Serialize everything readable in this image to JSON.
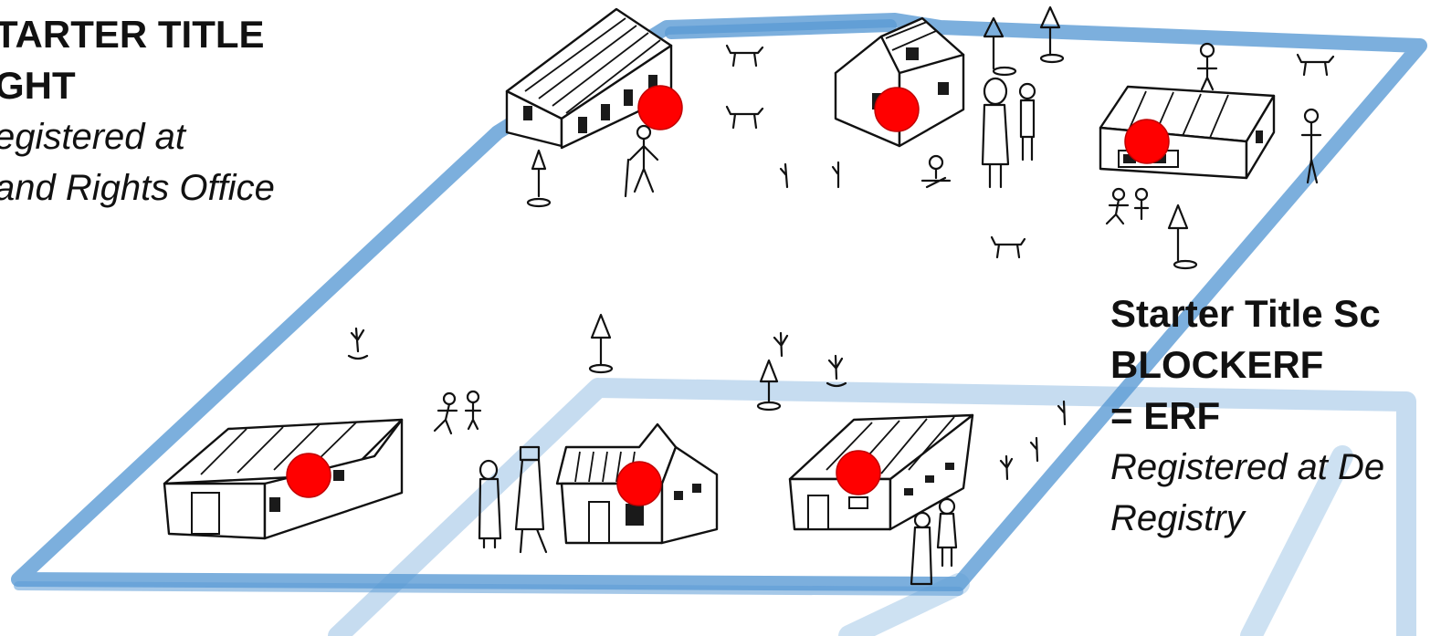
{
  "left_label": {
    "line1": "TARTER TITLE",
    "line2": "GHT",
    "line3": "egistered at",
    "line4": "and Rights Office"
  },
  "right_label": {
    "line1": "Starter Title Sc",
    "line2": "BLOCKERF",
    "line3": "= ERF",
    "line4": "Registered at De",
    "line5": "Registry"
  },
  "colors": {
    "boundary": "#5b9bd5",
    "marker": "#ff0000",
    "ink": "#111111"
  },
  "icons": {
    "house": "house-icon",
    "marker": "red-dot-marker",
    "tree": "tree-icon",
    "person": "person-icon",
    "dog": "dog-icon"
  }
}
